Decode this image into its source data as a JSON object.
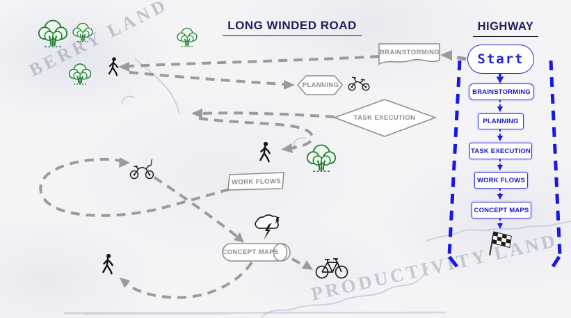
{
  "titles": {
    "long_winded_road": "LONG WINDED ROAD",
    "highway": "HIGHWAY"
  },
  "watermarks": {
    "top_left": "BERRY LAND",
    "bottom_right": "PRODUCTIVITY LAND"
  },
  "highway": {
    "start": "Start",
    "steps": [
      "BRAINSTORMING",
      "PLANNING",
      "TASK EXECUTION",
      "WORK FLOWS",
      "CONCEPT MAPS"
    ],
    "finish_icon": "checkered-flag",
    "edge_style": "blue-dashed"
  },
  "road": {
    "stations": [
      {
        "label": "BRAINSTORMING",
        "shape": "document"
      },
      {
        "label": "PLANNING",
        "shape": "hexagon"
      },
      {
        "label": "TASK EXECUTION",
        "shape": "diamond"
      },
      {
        "label": "WORK FLOWS",
        "shape": "card"
      },
      {
        "label": "CONCEPT MAPS",
        "shape": "cylinder"
      }
    ],
    "travel_icons": [
      "walking-person",
      "scooter",
      "walking-person",
      "motorbike",
      "storm-cloud",
      "walking-person",
      "bicycle"
    ],
    "scenery_icons": [
      "tree",
      "tree",
      "tree",
      "tree",
      "tree"
    ],
    "style": "gray-dashed-meander"
  },
  "colors": {
    "highway_accent": "#2323dd",
    "title_navy": "#20205c",
    "road_gray": "#9b9b9b",
    "gray_shape": "#909090",
    "tree_green": "#1f7a30",
    "watermark": "#9aa0bb"
  }
}
